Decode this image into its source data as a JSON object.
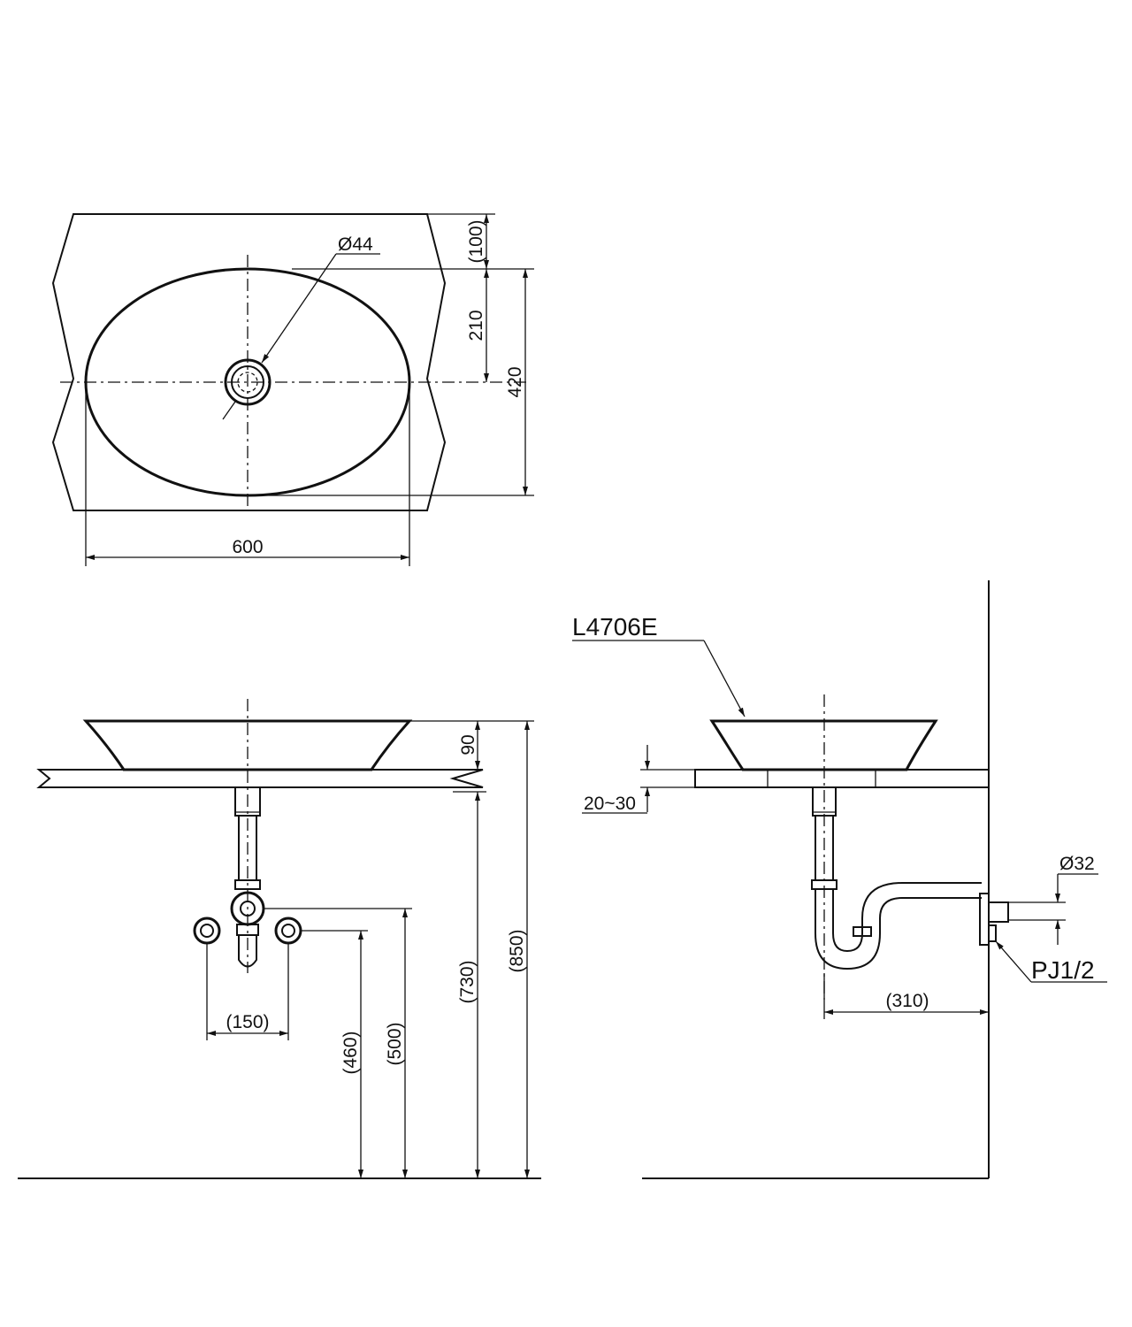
{
  "top_view": {
    "drain_diameter": "Ø44",
    "dim_back_setback": "(100)",
    "dim_to_center": "210",
    "dim_depth": "420",
    "dim_width": "600"
  },
  "front_view": {
    "dim_bowl_height": "90",
    "dim_supply_spacing": "(150)",
    "dim_supply_height": "(460)",
    "dim_trap_height": "(500)",
    "dim_counter_height": "(730)",
    "dim_rim_height": "(850)"
  },
  "side_view": {
    "model_label": "L4706E",
    "dim_counter_thickness": "20~30",
    "dim_outlet_diameter": "Ø32",
    "connection_label": "PJ1/2",
    "dim_wall_offset": "(310)"
  }
}
